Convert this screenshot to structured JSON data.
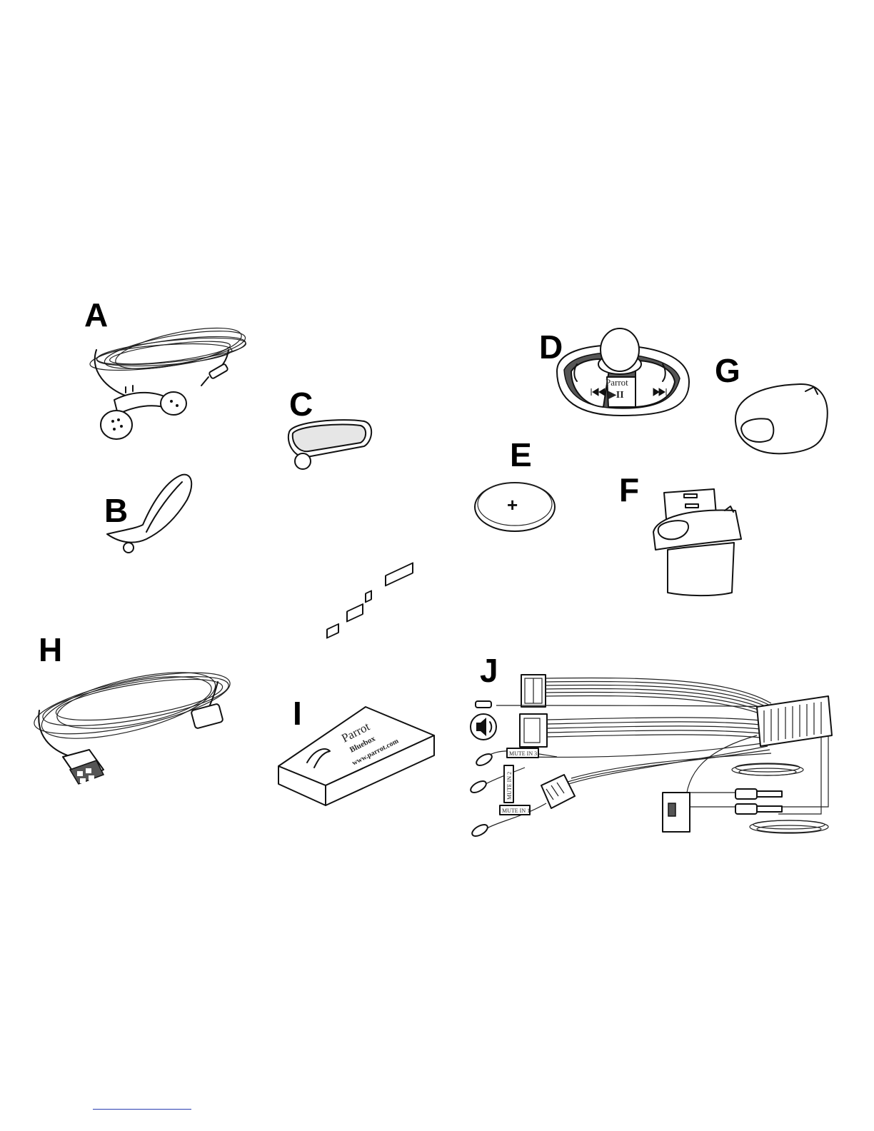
{
  "items": [
    {
      "letter": "A"
    },
    {
      "letter": "B"
    },
    {
      "letter": "C"
    },
    {
      "letter": "D"
    },
    {
      "letter": "E"
    },
    {
      "letter": "F"
    },
    {
      "letter": "G"
    },
    {
      "letter": "H"
    },
    {
      "letter": "I"
    },
    {
      "letter": "J"
    }
  ],
  "remote": {
    "brand": "Parrot",
    "play_symbol": "▶II"
  },
  "battery": {
    "symbol": "+"
  },
  "bluebox": {
    "brand": "Parrot",
    "name": "Bluebox",
    "url": "www.parrot.com"
  },
  "harness": {
    "mute1": "MUTE IN 1",
    "mute2": "MUTE IN 2",
    "mute3": "MUTE IN 3"
  },
  "icons": [
    "speaker-icon"
  ],
  "colors": {
    "ink": "#111111",
    "rule": "#2a3eb1"
  }
}
